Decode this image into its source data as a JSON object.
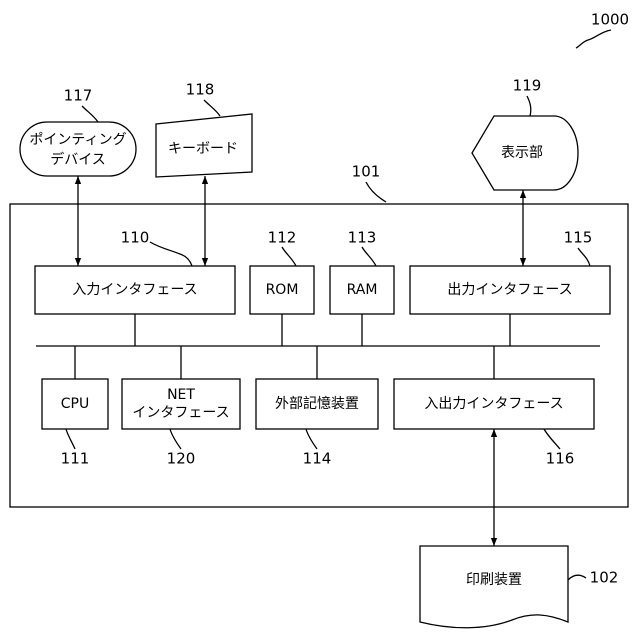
{
  "figure_ref": "1000",
  "system": {
    "ref": "101"
  },
  "external": {
    "pointing_device": {
      "ref": "117",
      "line1": "ポインティング",
      "line2": "デバイス"
    },
    "keyboard": {
      "ref": "118",
      "label": "キーボード"
    },
    "display": {
      "ref": "119",
      "label": "表示部"
    },
    "printer": {
      "ref": "102",
      "label": "印刷装置"
    }
  },
  "blocks": {
    "input_if": {
      "ref": "110",
      "label": "入力インタフェース"
    },
    "rom": {
      "ref": "112",
      "label": "ROM"
    },
    "ram": {
      "ref": "113",
      "label": "RAM"
    },
    "output_if": {
      "ref": "115",
      "label": "出力インタフェース"
    },
    "cpu": {
      "ref": "111",
      "label": "CPU"
    },
    "net_if": {
      "ref": "120",
      "line1": "NET",
      "line2": "インタフェース"
    },
    "storage": {
      "ref": "114",
      "label": "外部記憶装置"
    },
    "io_if": {
      "ref": "116",
      "label": "入出力インタフェース"
    }
  }
}
